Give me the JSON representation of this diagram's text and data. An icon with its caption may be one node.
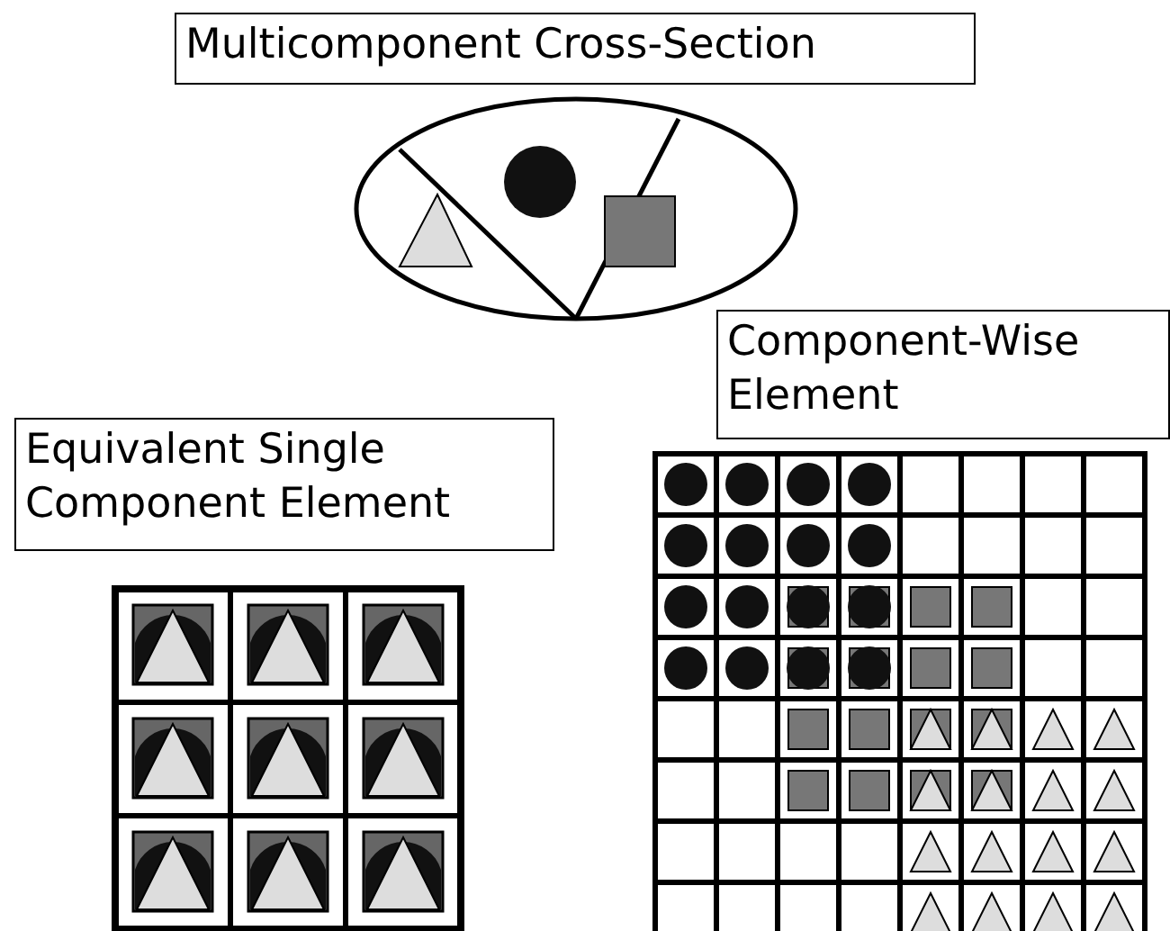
{
  "diagram": {
    "nodes": [
      {
        "text": [
          "Multicomponent Cross-Section"
        ]
      },
      {
        "text": [
          "Component-Wise Element"
        ]
      },
      {
        "text": [
          "Equivalent Single Component Element"
        ]
      }
    ]
  }
}
